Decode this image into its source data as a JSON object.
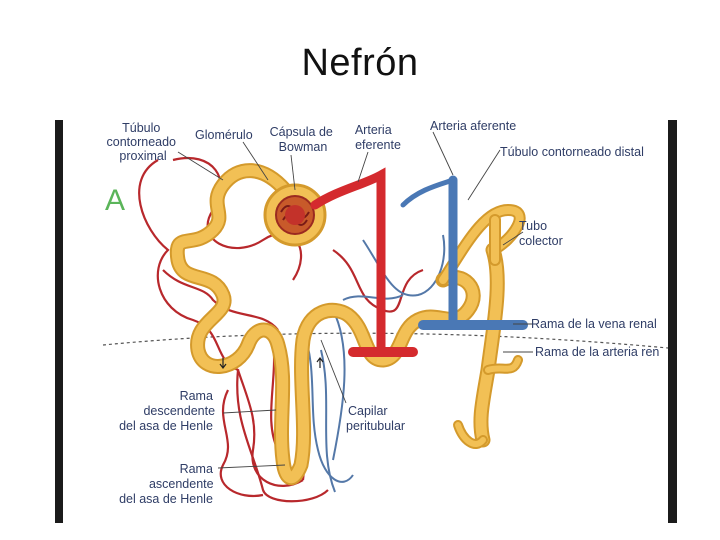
{
  "slide": {
    "title": "Nefrón"
  },
  "figure": {
    "panel_letter": "A",
    "labels": {
      "tubulo_proximal": [
        "Túbulo",
        "contorneado",
        "proximal"
      ],
      "glomerulo": "Glomérulo",
      "capsula": [
        "Cápsula de",
        "Bowman"
      ],
      "arteria_eferente": [
        "Arteria",
        "eferente"
      ],
      "arteria_aferente": "Arteria aferente",
      "tubulo_distal": "Túbulo contorneado distal",
      "tubo_colector": [
        "Tubo",
        "colector"
      ],
      "vena_renal": "Rama de la vena renal",
      "arteria_renal": "Rama de la arteria ren",
      "rama_descendente": [
        "Rama",
        "descendente",
        "del asa de Henle"
      ],
      "capilar": [
        "Capilar",
        "peritubular"
      ],
      "rama_ascendente": [
        "Rama",
        "ascendente",
        "del asa de Henle"
      ]
    },
    "colors": {
      "tubule": "#f2c055",
      "tubule_outline": "#d49a2c",
      "artery": "#d42a2e",
      "vein": "#4a78b5",
      "capillary_red": "#b8282c",
      "capillary_blue": "#5478a8",
      "label_text": "#2f3d66",
      "panel_letter": "#5bb55a"
    }
  }
}
